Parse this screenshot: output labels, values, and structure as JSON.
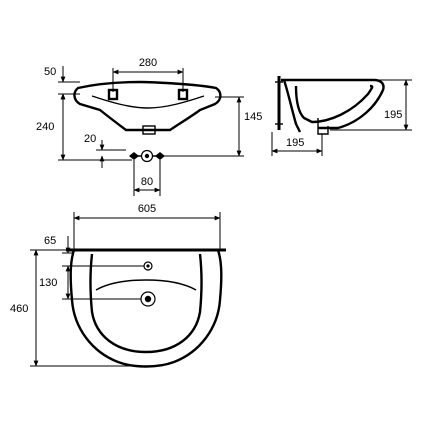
{
  "dimensions": {
    "front_view": {
      "top_offset": "50",
      "hole_spacing": "280",
      "height": "240",
      "drain_height": "145",
      "valve_offset": "20",
      "valve_spacing": "80"
    },
    "side_view": {
      "bowl_height": "195",
      "wall_depth": "195"
    },
    "plan_view": {
      "width": "605",
      "tap_hole_offset": "65",
      "drain_offset": "130",
      "depth": "460"
    }
  },
  "colors": {
    "line": "#000000",
    "background": "#ffffff"
  }
}
